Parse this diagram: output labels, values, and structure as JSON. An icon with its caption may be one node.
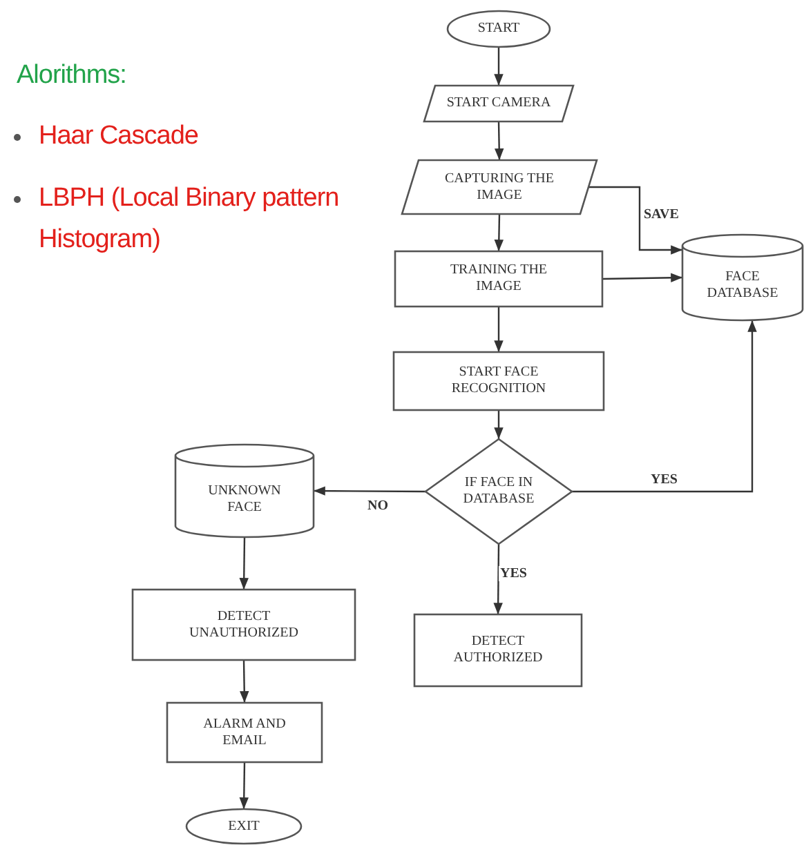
{
  "diagram": {
    "nodes": [
      {
        "text": [
          "START"
        ]
      },
      {
        "text": [
          "START CAMERA"
        ]
      },
      {
        "text": [
          "CAPTURING THE IMAGE"
        ]
      },
      {
        "text": [
          "TRAINING THE IMAGE"
        ]
      },
      {
        "text": [
          "START FACE RECOGNITION"
        ]
      },
      {
        "text": [
          "IF FACE IN DATABASE"
        ]
      },
      {
        "text": [
          "FACE DATABASE"
        ]
      },
      {
        "text": [
          "UNKNOWN FACE"
        ]
      },
      {
        "text": [
          "DETECT UNAUTHORIZED"
        ]
      },
      {
        "text": [
          "DETECT AUTHORIZED"
        ]
      },
      {
        "text": [
          "ALARM AND EMAIL"
        ]
      },
      {
        "text": [
          "EXIT"
        ]
      }
    ],
    "edges": [
      {
        "from": 0,
        "to": 1,
        "arrow": "to"
      },
      {
        "from": 1,
        "to": 2,
        "arrow": "to"
      },
      {
        "from": 2,
        "to": 3,
        "arrow": "to"
      },
      {
        "from": 3,
        "to": 4,
        "arrow": "to"
      },
      {
        "from": 4,
        "to": 5,
        "arrow": "to"
      },
      {
        "from": 2,
        "to": 6,
        "arrow": "to",
        "label": "SAVE"
      },
      {
        "from": 3,
        "to": 6,
        "arrow": "to"
      },
      {
        "from": 5,
        "to": 6,
        "arrow": "to",
        "label": "YES"
      },
      {
        "from": 5,
        "to": 7,
        "arrow": "to",
        "label": "NO"
      },
      {
        "from": 5,
        "to": 9,
        "arrow": "to",
        "label": "YES"
      },
      {
        "from": 7,
        "to": 8,
        "arrow": "to"
      },
      {
        "from": 8,
        "to": 10,
        "arrow": "to"
      },
      {
        "from": 10,
        "to": 11,
        "arrow": "to"
      }
    ],
    "labels": [
      "Alorithms:",
      "Haar Cascade",
      "LBPH (Local Binary pattern Histogram)"
    ]
  }
}
